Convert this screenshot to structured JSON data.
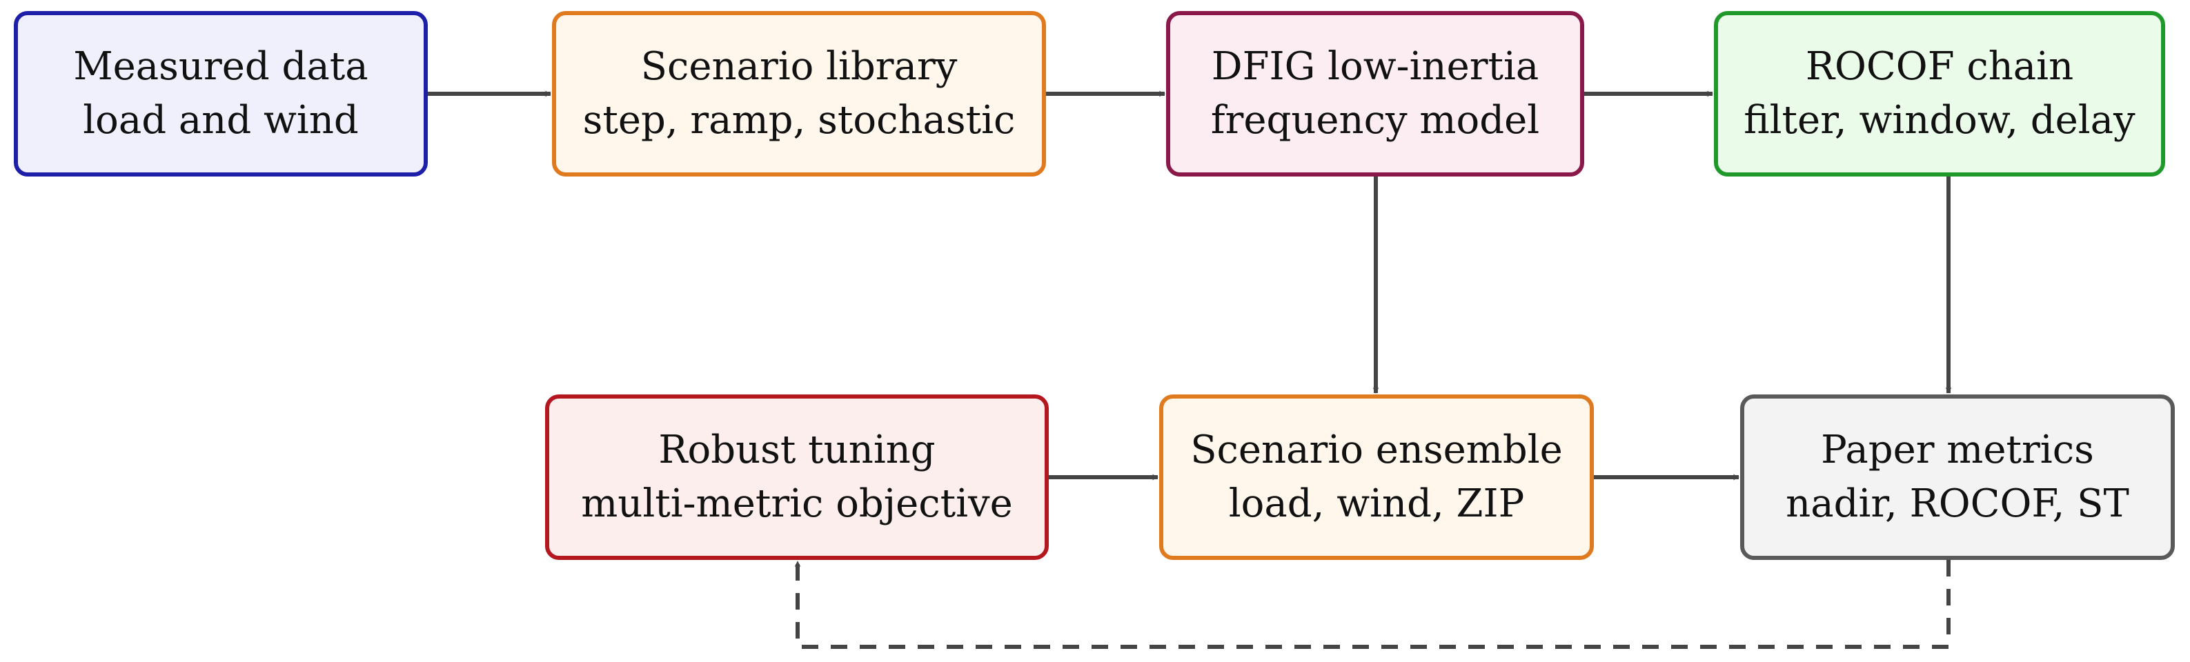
{
  "colors": {
    "edge": "#444444",
    "text": "#111111"
  },
  "nodes": [
    {
      "id": "measured-data",
      "lines": [
        "Measured data",
        "load and wind"
      ],
      "border": "#1d1fa8",
      "fill": "#eff0fc"
    },
    {
      "id": "scenario-library",
      "lines": [
        "Scenario library",
        "step, ramp, stochastic"
      ],
      "border": "#e07a1f",
      "fill": "#fff6ec"
    },
    {
      "id": "dfig-model",
      "lines": [
        "DFIG low-inertia",
        "frequency model"
      ],
      "border": "#8a1848",
      "fill": "#fcedf3"
    },
    {
      "id": "rocof-chain",
      "lines": [
        "ROCOF chain",
        "filter, window, delay"
      ],
      "border": "#1f9a2a",
      "fill": "#eafbea"
    },
    {
      "id": "robust-tuning",
      "lines": [
        "Robust tuning",
        "multi-metric objective"
      ],
      "border": "#b5171f",
      "fill": "#fdeeee"
    },
    {
      "id": "scenario-ensemble",
      "lines": [
        "Scenario ensemble",
        "load, wind, ZIP"
      ],
      "border": "#e07a1f",
      "fill": "#fff6ec"
    },
    {
      "id": "paper-metrics",
      "lines": [
        "Paper metrics",
        "nadir, ROCOF, ST"
      ],
      "border": "#5a5a5a",
      "fill": "#f3f3f3"
    }
  ],
  "edges": [
    {
      "from": "measured-data",
      "to": "scenario-library",
      "style": "solid"
    },
    {
      "from": "scenario-library",
      "to": "dfig-model",
      "style": "solid"
    },
    {
      "from": "dfig-model",
      "to": "rocof-chain",
      "style": "solid"
    },
    {
      "from": "dfig-model",
      "to": "scenario-ensemble",
      "style": "solid"
    },
    {
      "from": "rocof-chain",
      "to": "paper-metrics",
      "style": "solid"
    },
    {
      "from": "robust-tuning",
      "to": "scenario-ensemble",
      "style": "solid"
    },
    {
      "from": "scenario-ensemble",
      "to": "paper-metrics",
      "style": "solid"
    },
    {
      "from": "paper-metrics",
      "to": "robust-tuning",
      "style": "dashed"
    }
  ]
}
